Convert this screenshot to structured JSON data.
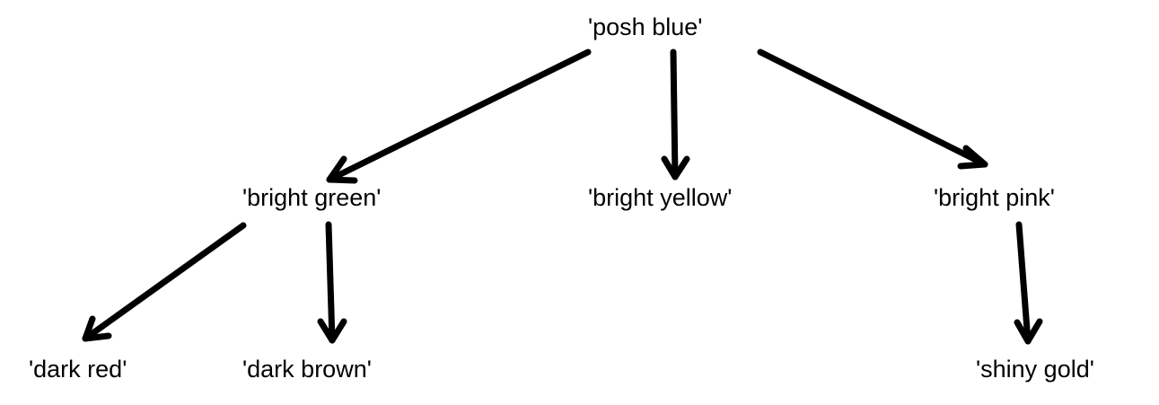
{
  "nodes": {
    "root": "'posh blue'",
    "green": "'bright green'",
    "yellow": "'bright yellow'",
    "pink": "'bright pink'",
    "red": "'dark red'",
    "brown": "'dark brown'",
    "gold": "'shiny gold'"
  },
  "edges": [
    {
      "from": "'posh blue'",
      "to": "'bright green'"
    },
    {
      "from": "'posh blue'",
      "to": "'bright yellow'"
    },
    {
      "from": "'posh blue'",
      "to": "'bright pink'"
    },
    {
      "from": "'bright green'",
      "to": "'dark red'"
    },
    {
      "from": "'bright green'",
      "to": "'dark brown'"
    },
    {
      "from": "'bright pink'",
      "to": "'shiny gold'"
    }
  ]
}
